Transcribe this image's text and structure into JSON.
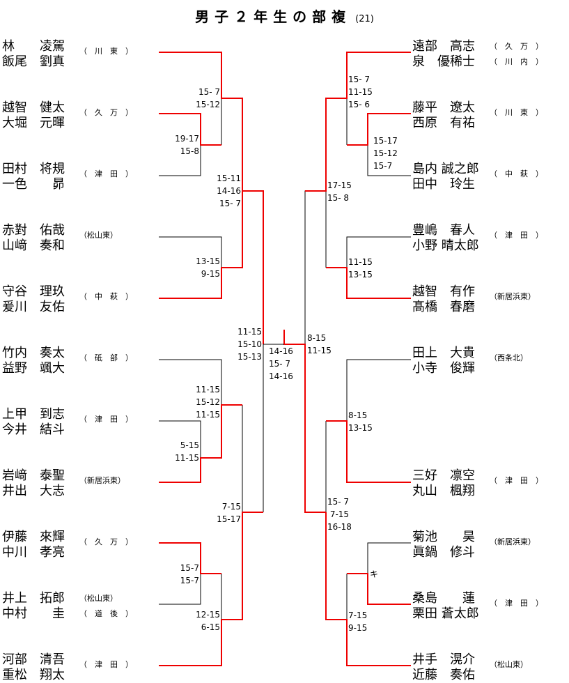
{
  "title": "男子２年生の部複",
  "count": "(21)",
  "left": [
    {
      "names": [
        "林　　凌駕",
        "飯尾　劉真"
      ],
      "club": "（　川　東　）"
    },
    {
      "names": [
        "越智　健太",
        "大堀　元暉"
      ],
      "club": "（　久　万　）"
    },
    {
      "names": [
        "田村　将規",
        "一色　　昴"
      ],
      "club": "（　津　田　）"
    },
    {
      "names": [
        "赤對　佑哉",
        "山﨑　奏和"
      ],
      "club": "（松山東）"
    },
    {
      "names": [
        "守谷　理玖",
        "爰川　友佑"
      ],
      "club": "（　中　萩　）"
    },
    {
      "names": [
        "竹内　奏太",
        "益野　颯大"
      ],
      "club": "（　砥　部　）"
    },
    {
      "names": [
        "上甲　到志",
        "今井　結斗"
      ],
      "club": "（　津　田　）"
    },
    {
      "names": [
        "岩﨑　泰聖",
        "井出　大志"
      ],
      "club": "（新居浜東）"
    },
    {
      "names": [
        "伊藤　來輝",
        "中川　孝亮"
      ],
      "club": "（　久　万　）"
    },
    {
      "names": [
        "井上　拓郎",
        "中村　　圭"
      ],
      "clubs": [
        "（松山東）",
        "（　道　後　）"
      ]
    },
    {
      "names": [
        "河部　清吾",
        "重松　翔太"
      ],
      "club": "（　津　田　）"
    }
  ],
  "right": [
    {
      "names": [
        "遠部　高志",
        "泉　優稀士"
      ],
      "clubs": [
        "（　久　万　）",
        "（　川　内　）"
      ]
    },
    {
      "names": [
        "藤平　遼太",
        "西原　有祐"
      ],
      "club": "（　川　東　）"
    },
    {
      "names": [
        "島内 誠之郎",
        "田中　玲生"
      ],
      "club": "（　中　萩　）"
    },
    {
      "names": [
        "豊嶋　春人",
        "小野 晴太郎"
      ],
      "club": "（　津　田　）"
    },
    {
      "names": [
        "越智　有作",
        "髙橋　春磨"
      ],
      "club": "（新居浜東）"
    },
    {
      "names": [
        "田上　大貴",
        "小寺　俊輝"
      ],
      "club": "（西条北）"
    },
    {
      "names": [
        "三好　凛空",
        "丸山　楓翔"
      ],
      "club": "（　津　田　）"
    },
    {
      "names": [
        "菊池　　昊",
        "眞鍋　修斗"
      ],
      "club": "（新居浜東）"
    },
    {
      "names": [
        "桑島　　蓮",
        "栗田 蒼太郎"
      ],
      "club": "（　津　田　）"
    },
    {
      "names": [
        "井手　滉介",
        "近藤　奏佑"
      ],
      "club": "（松山東）"
    }
  ],
  "scores": {
    "l_r1a": [
      "19-17",
      "15-8"
    ],
    "l_r2a": [
      "15- 7",
      "15-12"
    ],
    "l_r2b": [
      "13-15",
      "9-15"
    ],
    "l_r3a": [
      "15-11",
      "14-16",
      "15- 7"
    ],
    "l_r1b": [
      "5-15",
      "11-15"
    ],
    "l_r2c": [
      "11-15",
      "15-12",
      "11-15"
    ],
    "l_r2d": [
      "15-7",
      "15-7"
    ],
    "l_r2e": [
      "12-15",
      "6-15"
    ],
    "l_r3b": [
      "7-15",
      "15-17"
    ],
    "l_semi": [
      "11-15",
      "15-10",
      "15-13"
    ],
    "final": [
      "14-16",
      "15- 7",
      "14-16"
    ],
    "r_semi": [
      "8-15",
      "11-15"
    ],
    "r_r2a": [
      "15- 7",
      "11-15",
      "15- 6"
    ],
    "r_r1a": [
      "15-17",
      "15-12",
      "15-7"
    ],
    "r_r3a": [
      "17-15",
      "15- 8"
    ],
    "r_r2b": [
      "11-15",
      "13-15"
    ],
    "r_r2c": [
      "8-15",
      "13-15"
    ],
    "r_r3b": [
      "15- 7",
      " 7-15",
      "16-18"
    ],
    "r_r1b": [
      "キ"
    ],
    "r_r2d": [
      "7-15",
      "9-15"
    ]
  },
  "colors": {
    "win": "#ee0000",
    "line": "#000000"
  }
}
